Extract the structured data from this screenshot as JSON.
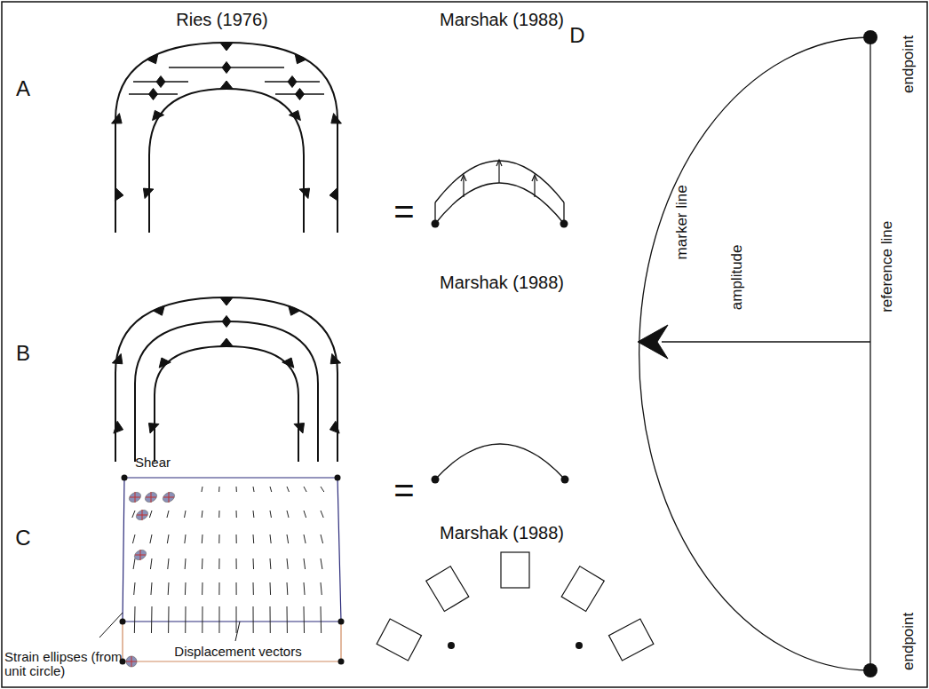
{
  "diagram": {
    "labels": [
      "Ries (1976)",
      "Marshak (1988)",
      "A",
      "=",
      "D",
      "endpoint",
      "marker line",
      "amplitude",
      "reference line",
      "B",
      "Marshak (1988)",
      "=",
      "C",
      "Shear",
      "Marshak (1988)",
      "endpoint",
      "Strain ellipses (from unit circle)",
      "Displacement vectors"
    ]
  }
}
